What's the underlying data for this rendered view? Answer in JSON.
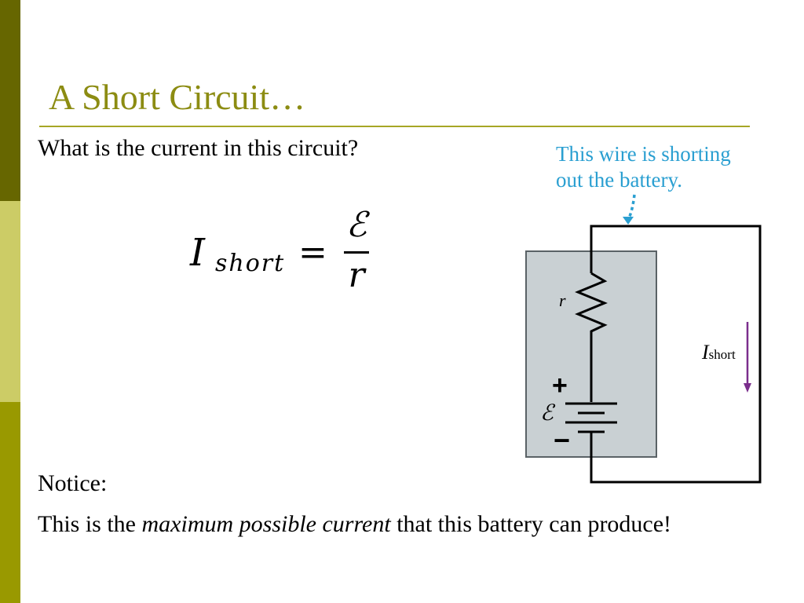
{
  "slide": {
    "title": "A Short Circuit…",
    "question": "What is the current in this circuit?",
    "notice_label": "Notice:",
    "statement": {
      "before": "This is the ",
      "emphasis": "maximum possible current",
      "after": " that this battery can produce!"
    }
  },
  "equation": {
    "lhs_symbol": "I",
    "lhs_subscript": "short",
    "operator": "=",
    "numerator": "ℰ",
    "denominator": "r"
  },
  "diagram": {
    "annotation_line1": "This wire is shorting",
    "annotation_line2": "out the battery.",
    "resistor_label": "r",
    "current_symbol": "I",
    "current_subscript": "short",
    "positive_label": "+",
    "emf_label": "ℰ",
    "negative_label": "−"
  },
  "colors": {
    "title": "#8c8c12",
    "title_rule": "#a6a626",
    "sidebar_top": "#666600",
    "sidebar_middle": "#cccc66",
    "sidebar_bottom": "#999900",
    "annotation": "#2a9fd1",
    "battery_fill": "#c9d0d3",
    "battery_stroke": "#5a6266",
    "current_arrow": "#7a2e8c",
    "wire": "#000000"
  }
}
